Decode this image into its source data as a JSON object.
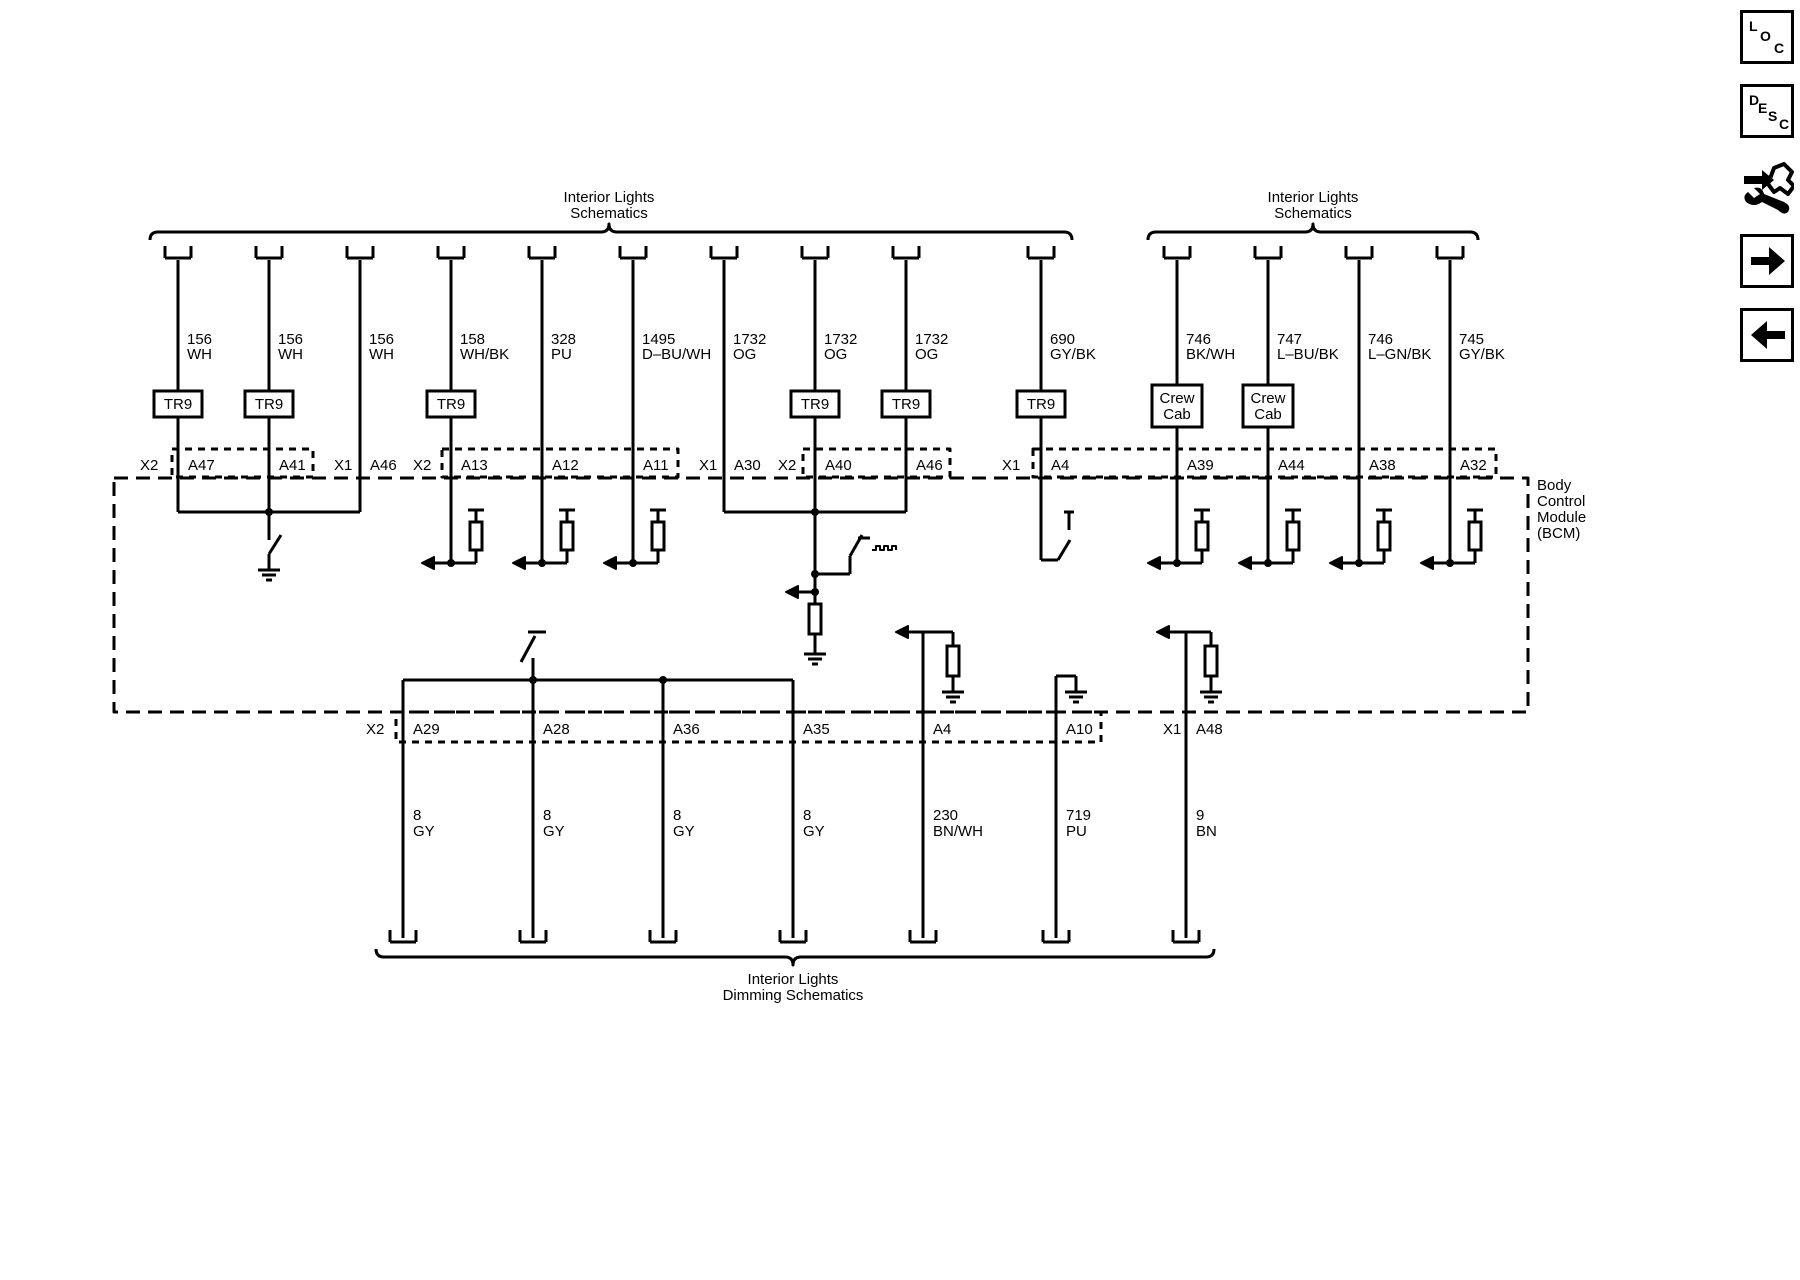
{
  "nav": {
    "loc": {
      "c1": "L",
      "c2": "O",
      "c3": "C"
    },
    "desc": {
      "c1": "D",
      "c2": "E",
      "c3": "S",
      "c4": "C"
    },
    "tool_icon": "connector-wrench-icon",
    "next_icon": "arrow-right-icon",
    "prev_icon": "arrow-left-icon"
  },
  "top_groups": [
    {
      "label1": "Interior Lights",
      "label2": "Schematics"
    },
    {
      "label1": "Interior Lights",
      "label2": "Schematics"
    }
  ],
  "bottom_group": {
    "label1": "Interior Lights",
    "label2": "Dimming Schematics"
  },
  "bcm_label": [
    "Body",
    "Control",
    "Module",
    "(BCM)"
  ],
  "top_wires": [
    {
      "circuit": "156",
      "color": "WH",
      "box": "TR9",
      "pin": "A47"
    },
    {
      "circuit": "156",
      "color": "WH",
      "box": "TR9",
      "pin": "A41"
    },
    {
      "circuit": "156",
      "color": "WH",
      "box": "",
      "pin": "A46"
    },
    {
      "circuit": "158",
      "color": "WH/BK",
      "box": "TR9",
      "pin": "A13"
    },
    {
      "circuit": "328",
      "color": "PU",
      "box": "",
      "pin": "A12"
    },
    {
      "circuit": "1495",
      "color": "D–BU/WH",
      "box": "",
      "pin": "A11"
    },
    {
      "circuit": "1732",
      "color": "OG",
      "box": "",
      "pin": "A30"
    },
    {
      "circuit": "1732",
      "color": "OG",
      "box": "TR9",
      "pin": "A40"
    },
    {
      "circuit": "1732",
      "color": "OG",
      "box": "TR9",
      "pin": "A46"
    },
    {
      "circuit": "690",
      "color": "GY/BK",
      "box": "TR9",
      "pin": "A4"
    },
    {
      "circuit": "746",
      "color": "BK/WH",
      "box1": "Crew",
      "box2": "Cab",
      "pin": "A39"
    },
    {
      "circuit": "747",
      "color": "L–BU/BK",
      "box1": "Crew",
      "box2": "Cab",
      "pin": "A44"
    },
    {
      "circuit": "746",
      "color": "L–GN/BK",
      "box": "",
      "pin": "A38"
    },
    {
      "circuit": "745",
      "color": "GY/BK",
      "box": "",
      "pin": "A32"
    }
  ],
  "top_connectors": [
    "X2",
    "X1",
    "X2",
    "X1",
    "X2",
    "X1"
  ],
  "bottom_wires": [
    {
      "circuit": "8",
      "color": "GY",
      "pin": "A29"
    },
    {
      "circuit": "8",
      "color": "GY",
      "pin": "A28"
    },
    {
      "circuit": "8",
      "color": "GY",
      "pin": "A36"
    },
    {
      "circuit": "8",
      "color": "GY",
      "pin": "A35"
    },
    {
      "circuit": "230",
      "color": "BN/WH",
      "pin": "A4"
    },
    {
      "circuit": "719",
      "color": "PU",
      "pin": "A10"
    },
    {
      "circuit": "9",
      "color": "BN",
      "pin": "A48"
    }
  ],
  "bottom_connectors": [
    "X2",
    "X1"
  ]
}
